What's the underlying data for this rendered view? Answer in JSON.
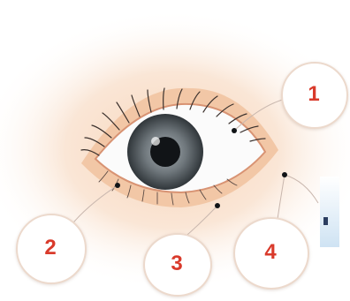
{
  "callouts": [
    {
      "number": "1",
      "title": "",
      "description": ""
    },
    {
      "number": "2",
      "title": "",
      "description": ""
    },
    {
      "number": "3",
      "title": "",
      "description": ""
    },
    {
      "number": "4",
      "title": "",
      "description": ""
    }
  ],
  "colors": {
    "accent_number": "#d93a2b",
    "title_text": "#2f5d9e",
    "iris": "#5e666c",
    "pupil": "#111417",
    "skin_glow": "#f2b98a"
  }
}
